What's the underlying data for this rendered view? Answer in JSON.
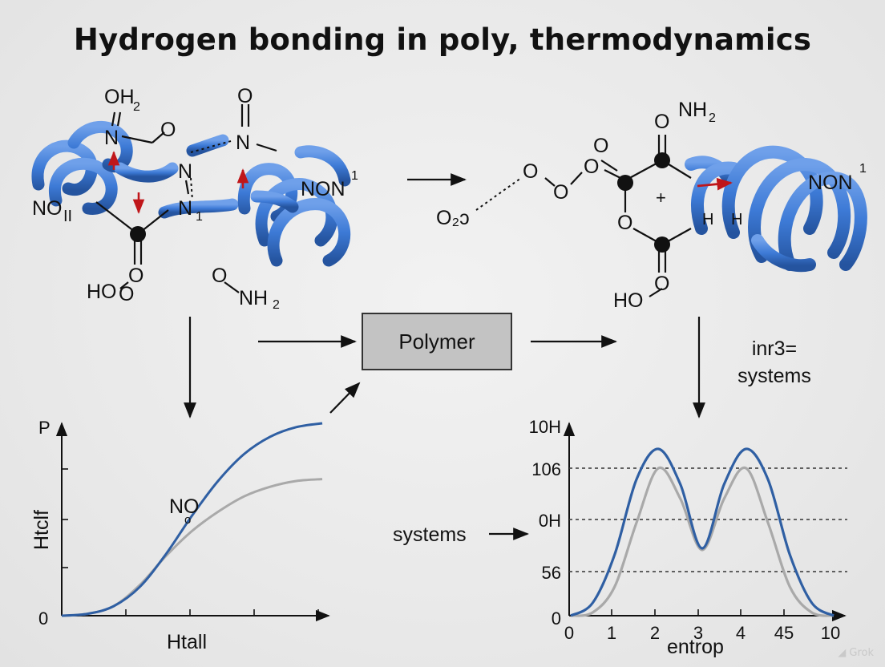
{
  "title": "Hydrogen bonding in poly, thermodynamics",
  "colors": {
    "ribbon": "#3d7ad6",
    "bond_arrow": "#c0161a",
    "curve_primary": "#2f5fa3",
    "curve_secondary": "#a9a9a9",
    "box_fill": "#c3c3c3"
  },
  "left_molecule": {
    "labels": [
      "OH",
      "2",
      "O",
      "N",
      "O",
      "N",
      "N",
      "1",
      "N",
      "O",
      "NO",
      "II",
      "HO",
      "O",
      "O",
      "NH",
      "2",
      "NON",
      "1"
    ]
  },
  "right_molecule": {
    "labels": [
      "O",
      "NH",
      "2",
      "O",
      "O",
      "O",
      "O",
      "O",
      "O",
      "2",
      "+",
      "O",
      "HO",
      "O",
      "H",
      "H",
      "NON",
      "1"
    ],
    "o2_label": "O₂ɔ"
  },
  "center": {
    "box_label": "Polymer"
  },
  "side_note": {
    "line1": "inr3=",
    "line2": "systems"
  },
  "arrow_label": "systems",
  "left_chart_labels": {
    "y_top": "P",
    "y_zero": "0",
    "ylabel": "Htclf",
    "xlabel": "Htall",
    "annotation_main": "NO",
    "annotation_sub": "o"
  },
  "right_chart_labels": {
    "xlabel": "entrop"
  },
  "chart_data": [
    {
      "type": "line",
      "title": "",
      "xlabel": "Htall",
      "ylabel": "Htclf",
      "y_ticks": [
        "P",
        "0"
      ],
      "series": [
        {
          "x": [
            0,
            10,
            20,
            30,
            40,
            50,
            60,
            70,
            80,
            90,
            100
          ],
          "y": [
            0,
            0.01,
            0.05,
            0.15,
            0.32,
            0.52,
            0.7,
            0.84,
            0.93,
            0.98,
            1.0
          ]
        },
        {
          "x": [
            0,
            10,
            20,
            30,
            40,
            50,
            60,
            70,
            80,
            90,
            100
          ],
          "y": [
            0,
            0.01,
            0.05,
            0.16,
            0.31,
            0.44,
            0.54,
            0.62,
            0.67,
            0.7,
            0.71
          ]
        }
      ],
      "annotation": "NO"
    },
    {
      "type": "line",
      "title": "",
      "xlabel": "entrop",
      "ylabel": "",
      "x_tick_labels": [
        "0",
        "1",
        "2",
        "3",
        "4",
        "45",
        "10"
      ],
      "y_tick_labels": [
        "10H",
        "106",
        "0H",
        "56",
        "0"
      ],
      "series": [
        {
          "x": [
            0,
            0.5,
            1,
            1.5,
            2,
            2.5,
            3,
            3.5,
            4,
            4.5,
            5,
            5.5,
            6
          ],
          "y": [
            0,
            0.8,
            3.8,
            8.5,
            10.4,
            8.2,
            4.2,
            8.2,
            10.4,
            8.5,
            3.8,
            0.8,
            0
          ]
        },
        {
          "x": [
            0,
            0.5,
            1,
            1.5,
            2,
            2.5,
            3,
            3.5,
            4,
            4.5,
            5,
            5.5,
            6
          ],
          "y": [
            0,
            0.2,
            1.8,
            5.8,
            9.2,
            7.3,
            4.1,
            7.3,
            9.2,
            5.8,
            1.8,
            0.2,
            0
          ]
        }
      ],
      "reference_lines": [
        "106",
        "0H",
        "56"
      ]
    }
  ]
}
